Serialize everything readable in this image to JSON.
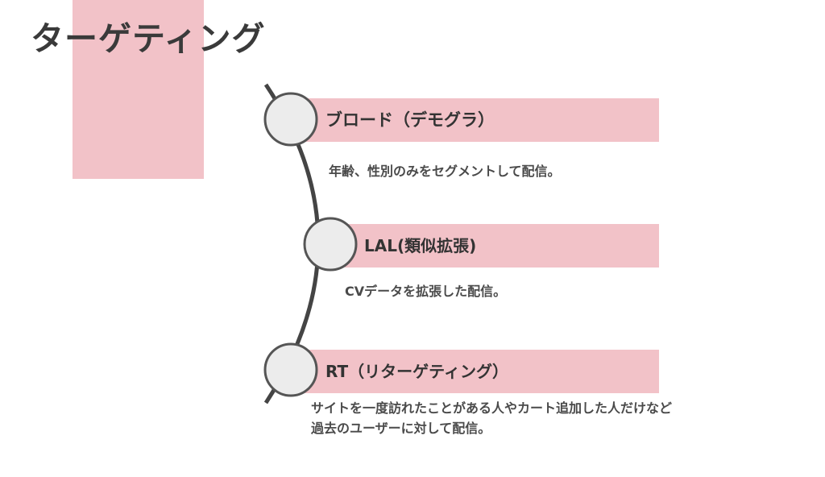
{
  "title": "ターゲティング",
  "items": [
    {
      "label": "ブロード（デモグラ）",
      "description": [
        "年齢、性別のみをセグメントして配信。"
      ]
    },
    {
      "label": "LAL(類似拡張)",
      "description": [
        "CVデータを拡張した配信。"
      ]
    },
    {
      "label": "RT（リターゲティング）",
      "description": [
        "サイトを一度訪れたことがある人やカート追加した人だけなど",
        "過去のユーザーに対して配信。"
      ]
    }
  ],
  "colors": {
    "accent_band": "#f2c2c8",
    "node_fill": "#ececec",
    "line": "#444444"
  }
}
